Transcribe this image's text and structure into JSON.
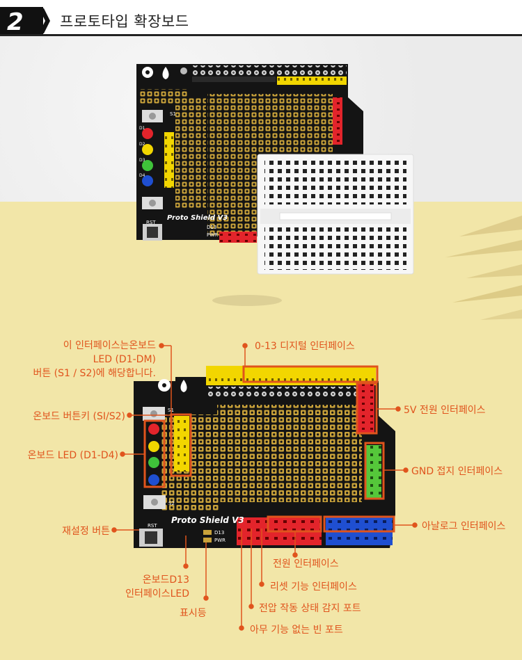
{
  "header": {
    "step_number": "2",
    "title": "프로토타입 확장보드"
  },
  "board_top": {
    "silkscreen_name": "Proto Shield V3",
    "rst_label": "RST",
    "s1_label": "S1",
    "d13_label": "D13",
    "pwr_label": "PWR",
    "led_labels": [
      "D1",
      "D2",
      "D3",
      "D4"
    ]
  },
  "board_bottom": {
    "silkscreen_name": "Proto Shield V3",
    "rst_label": "RST",
    "s1_label": "S1",
    "s2_label": "S2",
    "d13_label": "D13",
    "pwr_label": "PWR"
  },
  "labels": {
    "led_button_interface": [
      "이 인터페이스는온보드",
      "LED (D1-DM)",
      "버튼 (S1 / S2)에 해당합니다."
    ],
    "digital_interface": "0-13 디지털 인터페이스",
    "v5_interface": "5V 전원 인터페이스",
    "onboard_button": "온보드 버튼키 (SI/S2)",
    "onboard_led": "온보드 LED (D1-D4)",
    "gnd_interface": "GND 접지 인터페이스",
    "reset_button": "재설정 버튼",
    "analog_interface": "아날로그 인터페이스",
    "power_interface": "전원 인터페이스",
    "d13_led": [
      "온보드D13",
      "인터페이스LED"
    ],
    "reset_interface": "리셋 기능 인터페이스",
    "indicator": "표시등",
    "voltage_detect": "전압 작동 상태 감지 포트",
    "empty_port": "아무 기능 없는 빈 포트"
  },
  "colors": {
    "accent": "#e0541d",
    "board": "#141414",
    "pad": "#c9a23a",
    "yellow_header": "#f2d600",
    "red_header": "#e3242b",
    "green_header": "#55c73a",
    "blue_header": "#1f4fd1",
    "background_yellow": "#f2e6a8"
  }
}
